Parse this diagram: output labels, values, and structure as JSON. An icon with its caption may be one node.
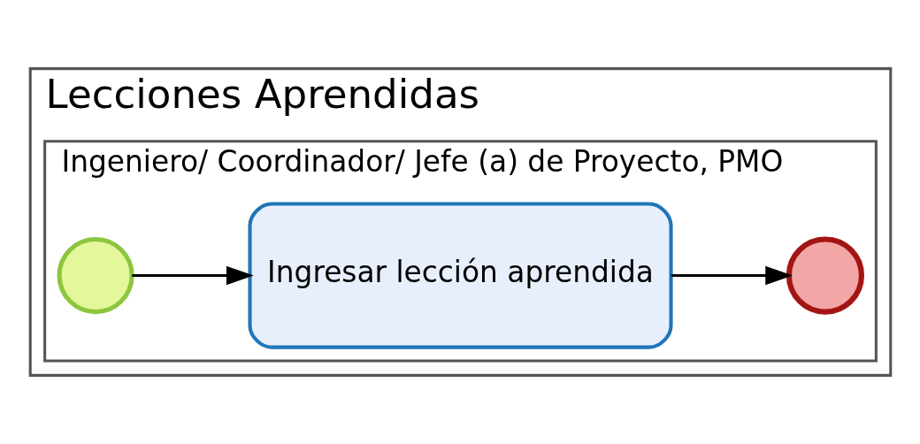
{
  "diagram": {
    "nodes": [
      {
        "text": [
          "Lecciones Aprendidas"
        ]
      },
      {
        "text": [
          "Ingeniero/ Coordinador/ Jefe (a) de Proyecto, PMO"
        ],
        "in": 0
      },
      {
        "text": [],
        "shape": "circle",
        "in": 1
      },
      {
        "text": [
          "Ingresar lección aprendida"
        ],
        "in": 1
      },
      {
        "text": [],
        "shape": "circle",
        "in": 1
      }
    ],
    "edges": [
      {
        "from": 2,
        "to": 3,
        "arrow": "to"
      },
      {
        "from": 3,
        "to": 4,
        "arrow": "to"
      }
    ]
  }
}
